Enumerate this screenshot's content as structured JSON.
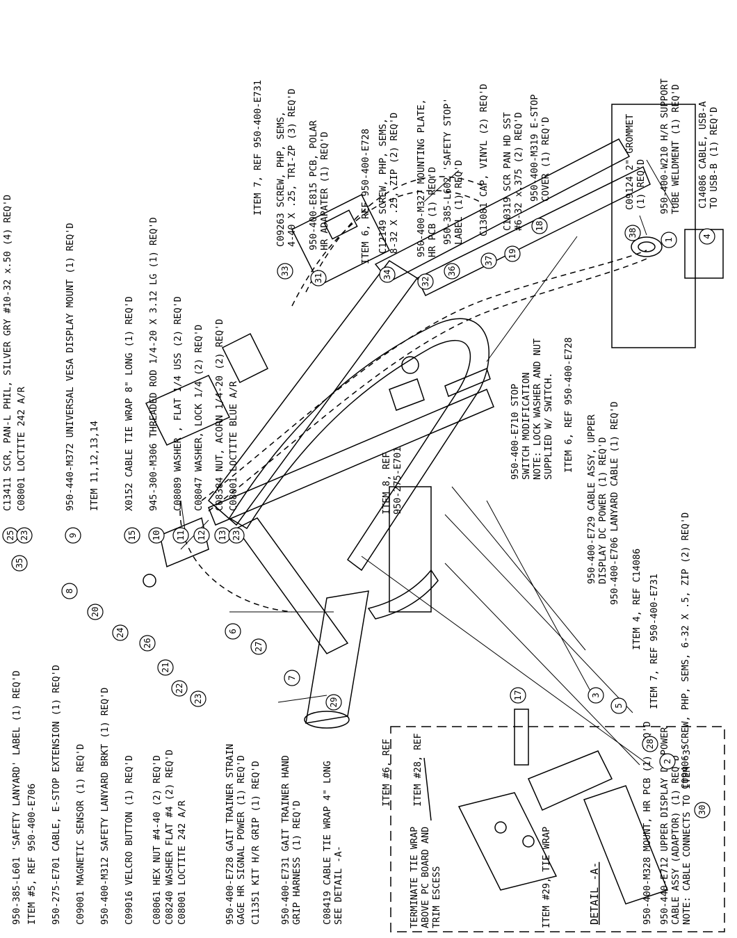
{
  "bottom_labels": [
    {
      "id": "b1",
      "lines": [
        "950-385-L601 'SAFETY LANYARD' LABEL (1) REQ'D"
      ],
      "item": "35"
    },
    {
      "id": "b2",
      "lines": [
        "ITEM #5, REF 950-400-E706"
      ]
    },
    {
      "id": "b3",
      "lines": [
        "950-275-E701 CABLE, E-STOP EXTENSION (1) REQ'D"
      ],
      "item": "8"
    },
    {
      "id": "b4",
      "lines": [
        "C09001 MAGNETIC SENSOR (1) REQ'D"
      ],
      "item": "20"
    },
    {
      "id": "b5",
      "lines": [
        "950-400-M312 SAFETY LANYARD BRKT (1) REQ'D"
      ],
      "item": "24"
    },
    {
      "id": "b6",
      "lines": [
        "C09016 VELCRO BUTTON (1) REQ'D"
      ],
      "item": "26"
    },
    {
      "id": "b7",
      "lines": [
        "C08061 HEX NUT #4-40 (2) REQ'D"
      ],
      "item": "21"
    },
    {
      "id": "b8",
      "lines": [
        "C08240 WASHER FLAT #4 (2) REQ'D"
      ],
      "item": "22"
    },
    {
      "id": "b9",
      "lines": [
        "C08001 LOCTITE 242 A/R"
      ],
      "item": "23"
    },
    {
      "id": "b10",
      "lines": [
        "950-400-E728 GAIT TRAINER STRAIN",
        "GAGE HR SIGNAL POWER (1) REQ'D"
      ],
      "item": "6"
    },
    {
      "id": "b11",
      "lines": [
        "C11351 KIT H/R GRIP (1) REQ'D"
      ],
      "item": "27"
    },
    {
      "id": "b12",
      "lines": [
        "950-400-E731 GAIT TRAINER HAND",
        "GRIP HARNESS (1) REQ'D"
      ],
      "item": "7"
    },
    {
      "id": "b13",
      "lines": [
        "C08419 CABLE TIE WRAP 4\" LONG",
        "SEE DETAIL -A-"
      ],
      "item": "29"
    },
    {
      "id": "b14",
      "lines": [
        "950-400-M328 MOUNT, HR PCB (1) REQ'D"
      ],
      "item": "28"
    },
    {
      "id": "b15",
      "lines": [
        "950-440-E712 UPPER DISPLAY DC POWER",
        "CABLE ASSY (ADAPTOR) (1) REQ'D",
        "NOTE: CABLE CONNECTS TO ITEM '3'"
      ],
      "item": "2"
    }
  ],
  "middle_labels": [
    {
      "id": "m1",
      "lines": [
        "ITEM 8, REF",
        "950-275-E701"
      ]
    },
    {
      "id": "m2",
      "lines": [
        "950-400-E710 STOP",
        "SWITCH MODIFICATION",
        "NOTE: LOCK WASHER AND NUT",
        "SUPPLIED W/ SWITCH."
      ],
      "item": "17"
    },
    {
      "id": "m3",
      "lines": [
        "ITEM 6, REF 950-400-E728"
      ]
    },
    {
      "id": "m4",
      "lines": [
        "950-400-E729 CABLE ASSY, UPPER",
        "DISPLAY DC POWER (1) REQ'D"
      ],
      "item": "3"
    },
    {
      "id": "m5",
      "lines": [
        "950-400-E706 LANYARD CABLE (1) REQ'D"
      ],
      "item": "5"
    },
    {
      "id": "m6",
      "lines": [
        "ITEM 4, REF C14086"
      ]
    },
    {
      "id": "m7",
      "lines": [
        "ITEM 7, REF 950-400-E731"
      ]
    },
    {
      "id": "m8",
      "lines": [
        "C09406 SCREW, PHP, SEMS, 6-32 X .5, ZIP (2) REQ'D"
      ],
      "item": "30"
    }
  ],
  "top_labels": [
    {
      "id": "t1",
      "lines": [
        "C13411 SCR, PAN-L PHIL, SILVER GRY #10-32 x.50 (4) REQ'D"
      ],
      "item": "25"
    },
    {
      "id": "t2",
      "lines": [
        "C08001 LOCTITE 242 A/R"
      ],
      "item": "23"
    },
    {
      "id": "t3",
      "lines": [
        "950-440-M372 UNIVERSAL  VESA DISPLAY MOUNT (1) REQ'D"
      ],
      "item": "9"
    },
    {
      "id": "t4",
      "lines": [
        "ITEM 11,12,13,14"
      ]
    },
    {
      "id": "t5",
      "lines": [
        "X0152 CABLE TIE WRAP 8\" LONG (1) REQ'D"
      ],
      "item": "15"
    },
    {
      "id": "t6",
      "lines": [
        "945-300-M306 THREADED  ROD 1/4-20 X 3.12 LG (1) REQ'D"
      ],
      "item": "10"
    },
    {
      "id": "t7",
      "lines": [
        "C08089 WASHER , FLAT 1/4 USS (2) REQ'D"
      ],
      "item": "11"
    },
    {
      "id": "t8",
      "lines": [
        "C08047 WASHER, LOCK 1/4 (2) REQ'D"
      ],
      "item": "12"
    },
    {
      "id": "t9",
      "lines": [
        "C08384 NUT, ACORN 1/4-20 (2) REQ'D"
      ],
      "item": "13"
    },
    {
      "id": "t10",
      "lines": [
        "C08001 LOCTITE BLUE A/R"
      ],
      "item": "23"
    },
    {
      "id": "t11",
      "lines": [
        "ITEM 7, REF 950-400-E731"
      ]
    },
    {
      "id": "t12",
      "lines": [
        "C09263 SCREW, PHP, SEMS,",
        "4-40 X .25, TRI-ZP (3) REQ'D"
      ],
      "item": "33"
    },
    {
      "id": "t13",
      "lines": [
        "950-400-E815 PCB, POLAR",
        "HR ADAPATER (1) REQ'D"
      ],
      "item": "31"
    },
    {
      "id": "t14",
      "lines": [
        "ITEM 6, REF 950-400-E728"
      ]
    },
    {
      "id": "t15",
      "lines": [
        "C12149 SCREW, PHP, SEMS,",
        "8-32 X .25, ZIP (2) REQ'D"
      ],
      "item": "34"
    },
    {
      "id": "t16",
      "lines": [
        "950-400-M327 MOUNTING PLATE,",
        "HR PCB (1) REQ'D"
      ],
      "item": "32"
    },
    {
      "id": "t17",
      "lines": [
        "950-385-L602 'SAFETY STOP'",
        "LABEL (1) REQ'D"
      ],
      "item": "36"
    },
    {
      "id": "t18",
      "lines": [
        "C13081 CAP, VINYL (2) REQ'D"
      ],
      "item": "37"
    },
    {
      "id": "t19",
      "lines": [
        "C10319 SCR PAN HD SST",
        "#6-32 x.375 (2) REQ'D"
      ],
      "item": "19"
    },
    {
      "id": "t20",
      "lines": [
        "950-400-M319 E-STOP",
        "COVER (1) REQ'D"
      ],
      "item": "18"
    },
    {
      "id": "t21",
      "lines": [
        "C09124 2\" GROMMET",
        "(1) REQ'D"
      ],
      "item": "38"
    },
    {
      "id": "t22",
      "lines": [
        "950-400-W210 H/R SUPPORT",
        "TUBE WELDMENT (1) REQ'D"
      ],
      "item": "1"
    },
    {
      "id": "t23",
      "lines": [
        "C14086 CABLE, USB-A",
        "TO USB-B (1) REQ'D"
      ],
      "item": "4"
    }
  ],
  "detail": {
    "title": "DETAIL -A-",
    "labels": [
      {
        "id": "d1",
        "lines": [
          "TERMINATE TIE WRAP",
          "ABOVE PC BOARD AND",
          "TRIM ESCESS"
        ]
      },
      {
        "id": "d2",
        "lines": [
          "ITEM #6, REF"
        ]
      },
      {
        "id": "d3",
        "lines": [
          "ITEM #28, REF"
        ]
      },
      {
        "id": "d4",
        "lines": [
          "ITEM #29, TIE WRAP"
        ]
      }
    ]
  }
}
